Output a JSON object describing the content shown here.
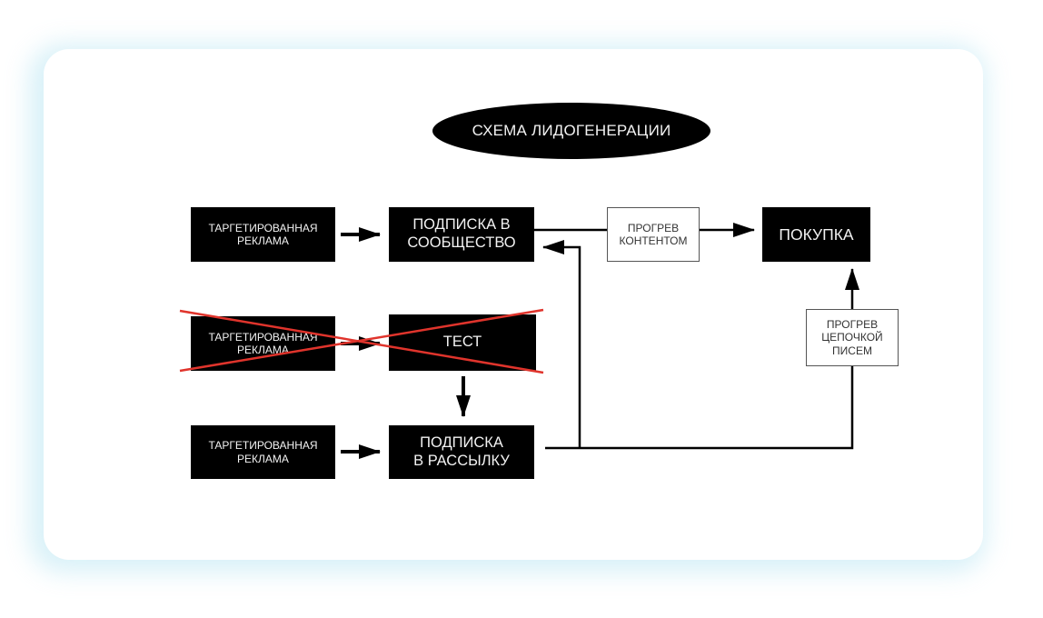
{
  "diagram": {
    "title": "СХЕМА ЛИДОГЕНЕРАЦИИ",
    "nodes": {
      "ads_1": "ТАРГЕТИРОВАННАЯ\nРЕКЛАМА",
      "subscribe_community": "ПОДПИСКА В\nСООБЩЕСТВО",
      "warmup_content": "ПРОГРЕВ\nКОНТЕНТОМ",
      "purchase": "ПОКУПКА",
      "ads_2": "ТАРГЕТИРОВАННАЯ\nРЕКЛАМА",
      "test": "ТЕСТ",
      "warmup_emails": "ПРОГРЕВ\nЦЕПОЧКОЙ\nПИСЕМ",
      "ads_3": "ТАРГЕТИРОВАННАЯ\nРЕКЛАМА",
      "subscribe_newsletter": "ПОДПИСКА\nВ РАССЫЛКУ"
    },
    "crossed_out": [
      "ads_2",
      "test"
    ],
    "colors": {
      "box_fill": "#000000",
      "box_text": "#f2f2f2",
      "cross_out": "#e0342c",
      "card_glow": "#aae1f0"
    }
  }
}
